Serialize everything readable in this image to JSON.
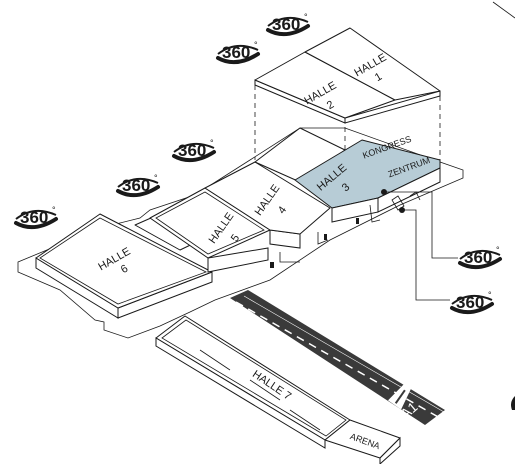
{
  "halls": [
    {
      "label": "HALLE",
      "number": "1"
    },
    {
      "label": "HALLE",
      "number": "2"
    },
    {
      "label": "HALLE",
      "number": "3"
    },
    {
      "label": "HALLE",
      "number": "4"
    },
    {
      "label": "HALLE",
      "number": "5"
    },
    {
      "label": "HALLE",
      "number": "6"
    }
  ],
  "kongress": {
    "line1": "KONGRESS",
    "line2": "ZENTRUM"
  },
  "halle7": "HALLE 7",
  "arena": "ARENA",
  "motorway": "A1",
  "pano": {
    "value": "360",
    "degree": "°"
  },
  "colors": {
    "highlight": "#b7ccd6",
    "road": "#3a3a3a"
  }
}
